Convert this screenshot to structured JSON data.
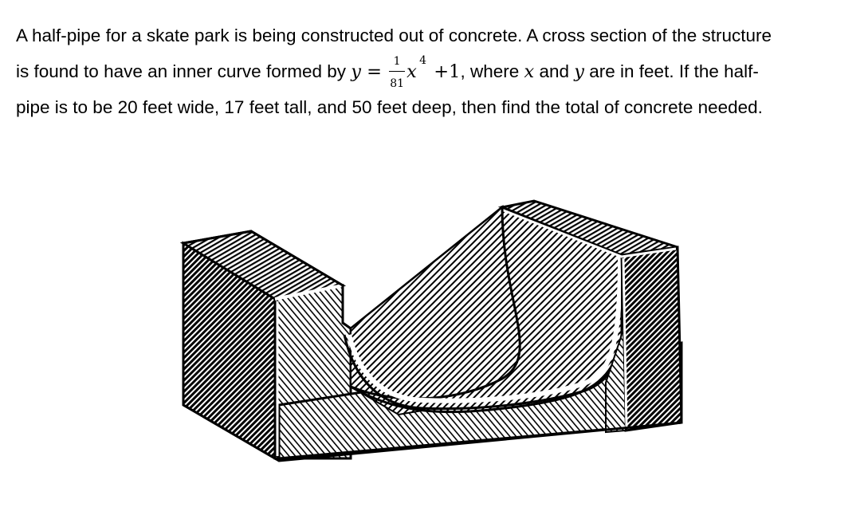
{
  "problem": {
    "line1": "A half-pipe for a skate park is being constructed out of concrete. A cross section of the structure",
    "line2_pre": "is found to have an inner curve formed by ",
    "eq_y": "y",
    "eq_equals": " = ",
    "frac_num": "1",
    "frac_den": "81",
    "eq_x": "x",
    "eq_exp": "4",
    "eq_plus": " +1",
    "line2_post_a": ", where ",
    "var_x": "x",
    "line2_post_b": " and ",
    "var_y": "y",
    "line2_post_c": " are in feet. If the half-",
    "line3": "pipe is to be 20 feet wide, 17 feet tall, and 50 feet deep, then find the total of concrete needed."
  },
  "figure": {
    "subject": "half-pipe-illustration",
    "stroke_color": "#000000",
    "hatch_color": "#000000",
    "background_color": "#ffffff"
  }
}
